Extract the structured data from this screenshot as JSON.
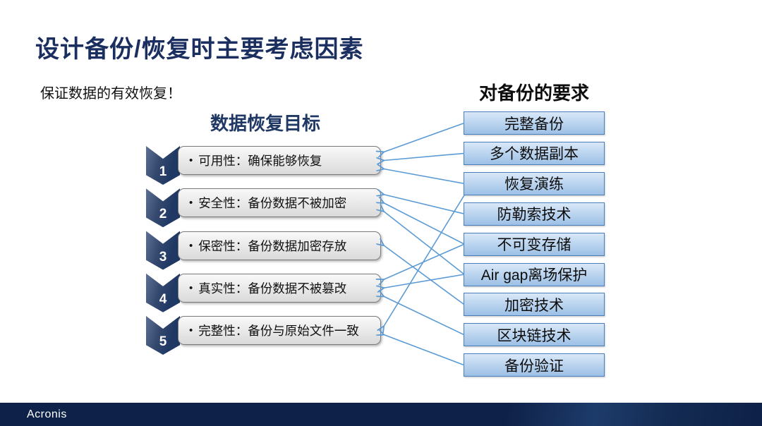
{
  "slide": {
    "title": "设计备份/恢复时主要考虑因素",
    "subtitle": "保证数据的有效恢复！",
    "goals_heading": "数据恢复目标",
    "requirements_heading": "对备份的要求",
    "bullet": "•",
    "footer_logo": "Acronis"
  },
  "goals": [
    {
      "num": "1",
      "label": "可用性：确保能够恢复"
    },
    {
      "num": "2",
      "label": "安全性：备份数据不被加密"
    },
    {
      "num": "3",
      "label": "保密性：备份数据加密存放"
    },
    {
      "num": "4",
      "label": "真实性：备份数据不被篡改"
    },
    {
      "num": "5",
      "label": "完整性：备份与原始文件一致"
    }
  ],
  "requirements": [
    {
      "label": "完整备份"
    },
    {
      "label": "多个数据副本"
    },
    {
      "label": "恢复演练"
    },
    {
      "label": "防勒索技术"
    },
    {
      "label": "不可变存储"
    },
    {
      "label": "Air gap离场保护"
    },
    {
      "label": "加密技术"
    },
    {
      "label": "区块链技术"
    },
    {
      "label": "备份验证"
    }
  ],
  "connections": [
    {
      "from": 0,
      "to": 0
    },
    {
      "from": 1,
      "to": 0
    },
    {
      "from": 2,
      "to": 0
    },
    {
      "from": 3,
      "to": 1
    },
    {
      "from": 4,
      "to": 1
    },
    {
      "from": 5,
      "to": 1
    },
    {
      "from": 6,
      "to": 2
    },
    {
      "from": 4,
      "to": 3
    },
    {
      "from": 5,
      "to": 3
    },
    {
      "from": 7,
      "to": 3
    },
    {
      "from": 2,
      "to": 4,
      "fromAnchor": "bottom"
    },
    {
      "from": 8,
      "to": 4
    }
  ],
  "colors": {
    "title_navy": "#1b2e60",
    "heading_navy": "#1f3864",
    "chevron_navy": "#1f3864",
    "arrow_blue": "#5b9bd5",
    "req_box_border": "#4a7ebb",
    "req_box_fill_top": "#d9e8f8",
    "req_box_fill_bottom": "#9cc0e6",
    "goal_box_border": "#7a7a7a",
    "footer_navy": "#0e2148"
  }
}
